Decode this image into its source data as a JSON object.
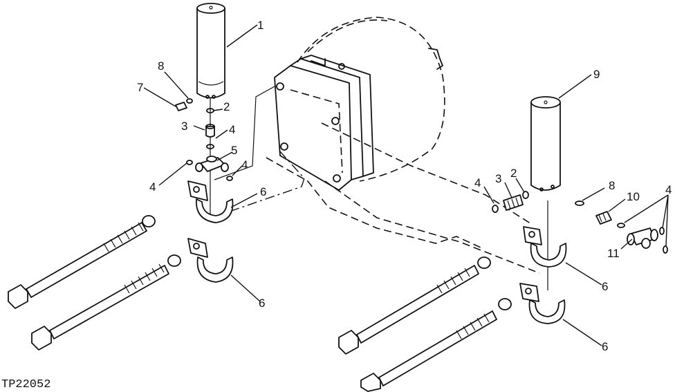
{
  "figure_id": "TP22052",
  "callouts": {
    "c1": "1",
    "c2": "2",
    "c3": "3",
    "c4": "4",
    "c5": "5",
    "c6": "6",
    "c7": "7",
    "c8": "8",
    "c9": "9",
    "c10": "10",
    "c11": "11"
  }
}
